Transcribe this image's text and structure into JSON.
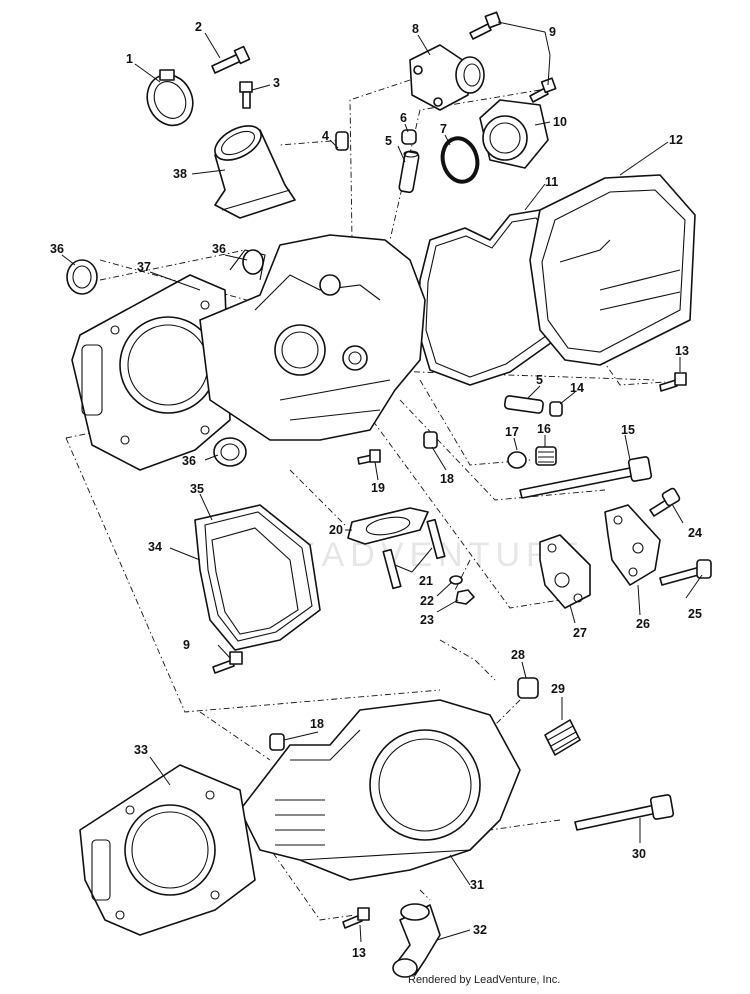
{
  "watermark": "LEADVENTURE",
  "credit": "Rendered by LeadVenture, Inc.",
  "callouts": [
    {
      "part": "clamp",
      "label": "1"
    },
    {
      "part": "bolt-top",
      "label": "2"
    },
    {
      "part": "bolt-small",
      "label": "3"
    },
    {
      "part": "dowel-pin",
      "label": "4"
    },
    {
      "part": "valve-guide-upper",
      "label": "5"
    },
    {
      "part": "cap-small",
      "label": "6"
    },
    {
      "part": "o-ring",
      "label": "7"
    },
    {
      "part": "water-outlet",
      "label": "8"
    },
    {
      "part": "bolt-pair-top",
      "label": "9"
    },
    {
      "part": "thermostat-housing",
      "label": "10"
    },
    {
      "part": "cover-gasket",
      "label": "11"
    },
    {
      "part": "cylinder-head-cover",
      "label": "12"
    },
    {
      "part": "bolt-cover",
      "label": "13"
    },
    {
      "part": "valve-guide-lower",
      "label": "5"
    },
    {
      "part": "cap-lower",
      "label": "14"
    },
    {
      "part": "long-bolt",
      "label": "15"
    },
    {
      "part": "plug",
      "label": "16"
    },
    {
      "part": "washer",
      "label": "17"
    },
    {
      "part": "dowel-mid",
      "label": "18"
    },
    {
      "part": "bolt-mid",
      "label": "19"
    },
    {
      "part": "exhaust-gasket",
      "label": "20"
    },
    {
      "part": "stud-pair",
      "label": "21"
    },
    {
      "part": "washer-small",
      "label": "22"
    },
    {
      "part": "nut",
      "label": "23"
    },
    {
      "part": "bolt-bracket",
      "label": "24"
    },
    {
      "part": "bolt-bracket-long",
      "label": "25"
    },
    {
      "part": "bracket-right",
      "label": "26"
    },
    {
      "part": "bracket-left",
      "label": "27"
    },
    {
      "part": "dowel-lower",
      "label": "28"
    },
    {
      "part": "water-fitting",
      "label": "29"
    },
    {
      "part": "cylinder-bolt",
      "label": "30"
    },
    {
      "part": "cylinder",
      "label": "31"
    },
    {
      "part": "elbow-fitting",
      "label": "32"
    },
    {
      "part": "base-gasket",
      "label": "33"
    },
    {
      "part": "side-cover-gasket",
      "label": "34"
    },
    {
      "part": "side-cover",
      "label": "35"
    },
    {
      "part": "seal-left",
      "label": "36"
    },
    {
      "part": "seal-center",
      "label": "36"
    },
    {
      "part": "seal-lower",
      "label": "36"
    },
    {
      "part": "head-gasket",
      "label": "37"
    },
    {
      "part": "intake-pipe",
      "label": "38"
    },
    {
      "part": "bolt-side-cover",
      "label": "9"
    },
    {
      "part": "dowel-cylinder",
      "label": "18"
    },
    {
      "part": "bolt-cylinder",
      "label": "13"
    }
  ]
}
